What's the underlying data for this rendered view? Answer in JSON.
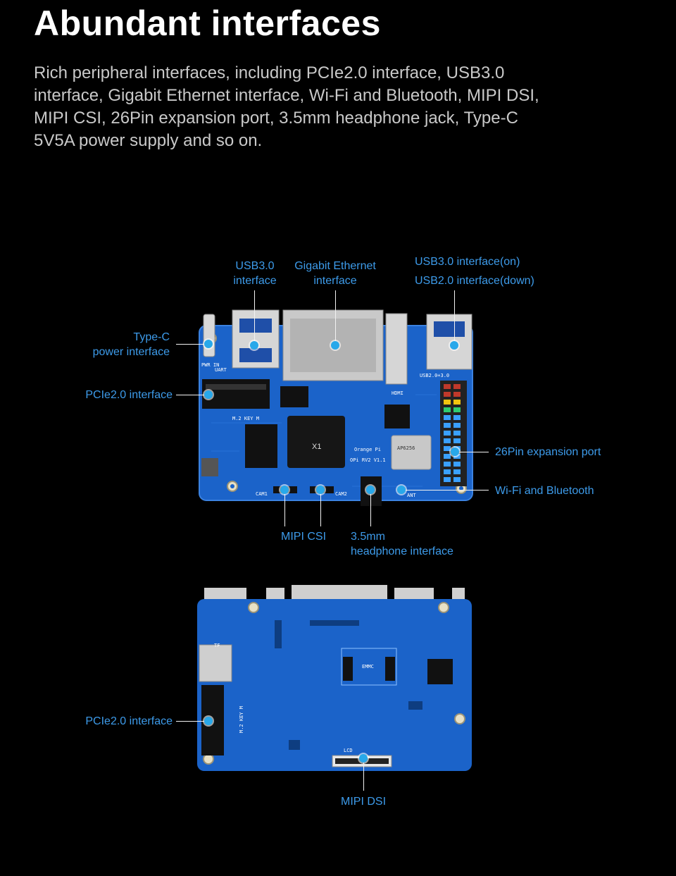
{
  "heading": {
    "title": "Abundant interfaces",
    "description": "Rich peripheral interfaces, including PCIe2.0 interface, USB3.0 interface, Gigabit Ethernet interface, Wi-Fi and Bluetooth, MIPI DSI, MIPI CSI, 26Pin expansion port, 3.5mm headphone jack, Type-C 5V5A power supply and so on."
  },
  "top_board": {
    "labels": {
      "usb30_line1": "USB3.0",
      "usb30_line2": "interface",
      "ethernet_line1": "Gigabit Ethernet",
      "ethernet_line2": "interface",
      "usb_on": "USB3.0 interface(on)",
      "usb_down": "USB2.0 interface(down)",
      "typec_line1": "Type-C",
      "typec_line2": "power interface",
      "pcie": "PCIe2.0 interface",
      "gpio": "26Pin expansion port",
      "wifi": "Wi-Fi and Bluetooth",
      "mipi_csi": "MIPI CSI",
      "headphone_line1": "3.5mm",
      "headphone_line2": "headphone interface"
    },
    "silkscreen": {
      "soc": "X1",
      "board": "OPi RV2 V1.1",
      "m2": "M.2 KEY M",
      "hdmi": "HDMI",
      "usb": "USB2.0+3.0",
      "wifi_chip": "AP6256",
      "cam1": "CAM1",
      "cam2": "CAM2",
      "ant": "ANT",
      "pwr_in": "PWR IN",
      "uart": "UART",
      "brand": "Orange Pi"
    }
  },
  "bottom_board": {
    "labels": {
      "pcie": "PCIe2.0 interface",
      "mipi_dsi": "MIPI DSI"
    },
    "silkscreen": {
      "emmc": "EMMC",
      "lcd": "LCD",
      "m2": "M.2 KEY M",
      "tf": "TF"
    }
  },
  "colors": {
    "background": "#000000",
    "label": "#3d9bea",
    "pcb": "#1b63c9",
    "marker": "#28a8ea"
  }
}
